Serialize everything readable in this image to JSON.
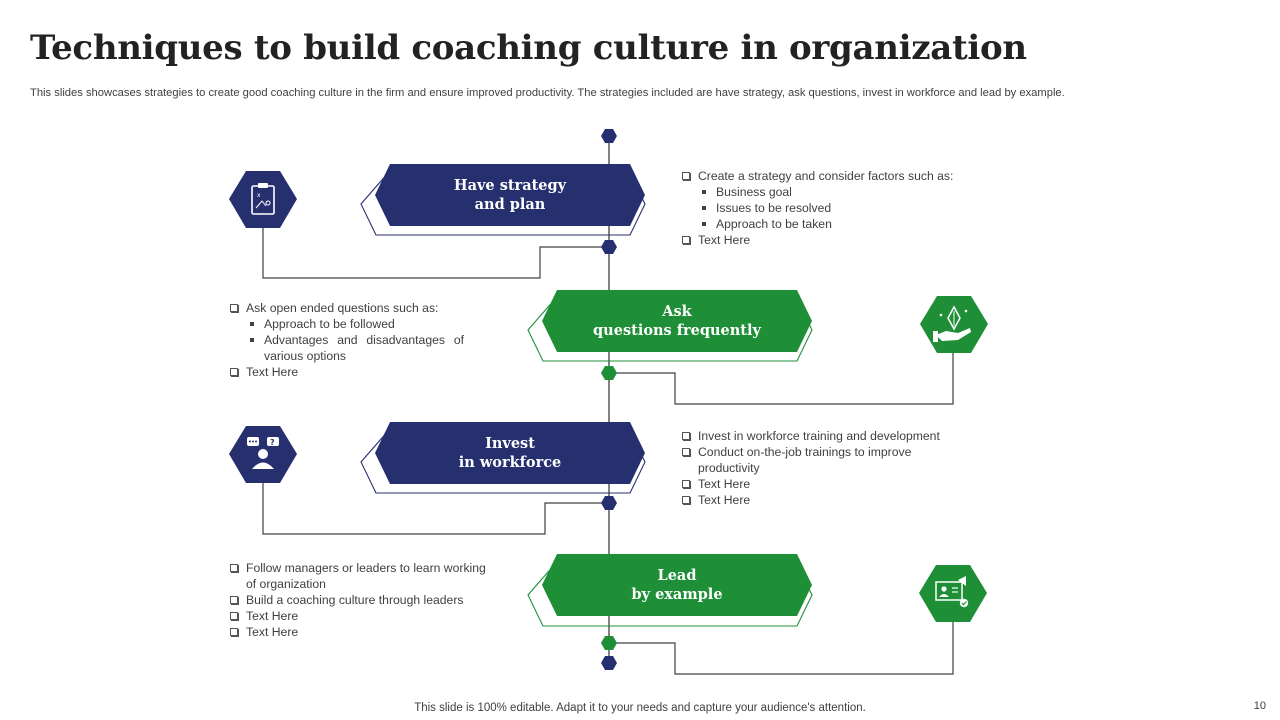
{
  "header": {
    "title": "Techniques to build coaching culture in organization",
    "subtitle": "This slides showcases strategies to create good coaching culture in the firm and ensure improved productivity. The strategies included are have strategy,  ask questions, invest in workforce and lead by example."
  },
  "colors": {
    "navy": "#27306f",
    "green": "#1e8f37",
    "line": "#404040"
  },
  "steps": [
    {
      "heading": [
        "Have strategy",
        "and plan"
      ],
      "icon": "clipboard-strategy-icon",
      "bullets": [
        {
          "level": 1,
          "text": "Create a strategy and consider factors such as:"
        },
        {
          "level": 2,
          "text": "Business goal"
        },
        {
          "level": 2,
          "text": "Issues to be resolved"
        },
        {
          "level": 2,
          "text": "Approach to be taken"
        },
        {
          "level": 1,
          "text": "Text Here"
        }
      ]
    },
    {
      "heading": [
        "Ask",
        "questions frequently"
      ],
      "icon": "hand-growth-icon",
      "bullets": [
        {
          "level": 1,
          "text": "Ask open ended questions such as:"
        },
        {
          "level": 2,
          "text": "Approach to be followed"
        },
        {
          "level": 2,
          "text": "Advantages and disadvantages of various options"
        },
        {
          "level": 1,
          "text": "Text Here"
        }
      ]
    },
    {
      "heading": [
        "Invest",
        "in workforce"
      ],
      "icon": "person-questions-icon",
      "bullets": [
        {
          "level": 1,
          "text": "Invest in workforce training and development"
        },
        {
          "level": 1,
          "text": "Conduct on-the-job trainings to improve productivity"
        },
        {
          "level": 1,
          "text": "Text Here"
        },
        {
          "level": 1,
          "text": "Text Here"
        }
      ]
    },
    {
      "heading": [
        "Lead",
        "by example"
      ],
      "icon": "presentation-leader-icon",
      "bullets": [
        {
          "level": 1,
          "text": "Follow managers or leaders to learn working of organization"
        },
        {
          "level": 1,
          "text": "Build a coaching culture through leaders"
        },
        {
          "level": 1,
          "text": "Text Here"
        },
        {
          "level": 1,
          "text": "Text Here"
        }
      ]
    }
  ],
  "footer": {
    "note": "This slide is 100% editable. Adapt it to your needs and capture your audience's attention.",
    "page_number": "10"
  }
}
